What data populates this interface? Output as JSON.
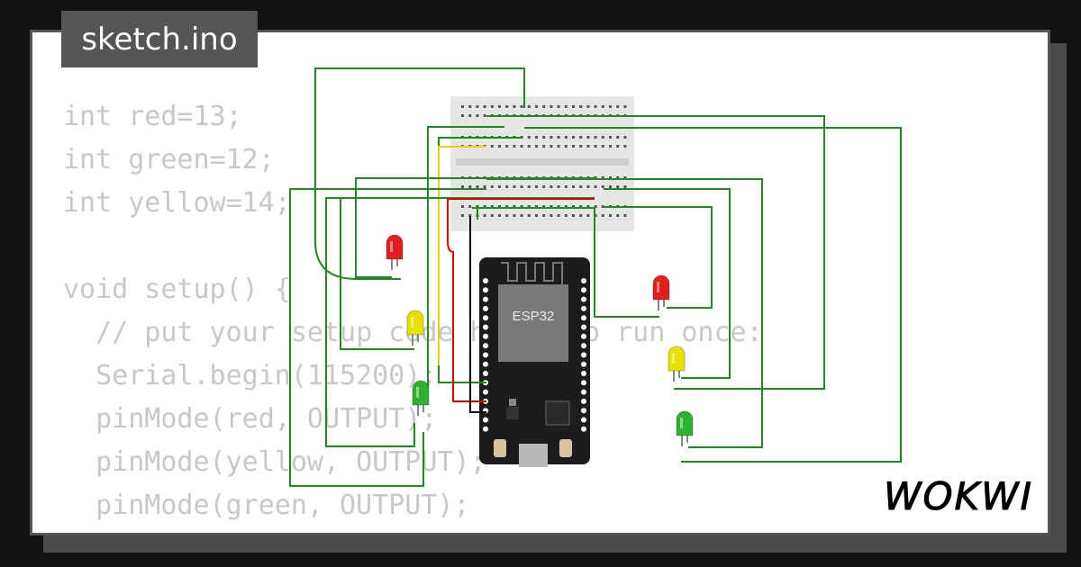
{
  "editor": {
    "filename": "sketch.ino",
    "code_lines": [
      "int red=13;",
      "int green=12;",
      "int yellow=14;",
      "",
      "void setup() {",
      "  // put your setup code here, to run once:",
      "  Serial.begin(115200);",
      "  pinMode(red, OUTPUT);",
      "  pinMode(yellow, OUTPUT);",
      "  pinMode(green, OUTPUT);",
      "}"
    ]
  },
  "board": {
    "label": "ESP32",
    "colors": {
      "board": "#1c1c1c",
      "chip": "#7a7a7a",
      "breadboard": "#e6e6e6",
      "wire_green": "#1f8a1f",
      "wire_red": "#dd0000",
      "wire_yellow": "#e6d400",
      "wire_black": "#000000"
    }
  },
  "leds": [
    {
      "name": "red-led-left",
      "color": "#e02020"
    },
    {
      "name": "yellow-led-left",
      "color": "#e8e000"
    },
    {
      "name": "green-led-left",
      "color": "#30b030"
    },
    {
      "name": "red-led-right",
      "color": "#e02020"
    },
    {
      "name": "yellow-led-right",
      "color": "#e8e000"
    },
    {
      "name": "green-led-right",
      "color": "#30b030"
    }
  ],
  "brand": {
    "logo_text": "WOKWI"
  }
}
